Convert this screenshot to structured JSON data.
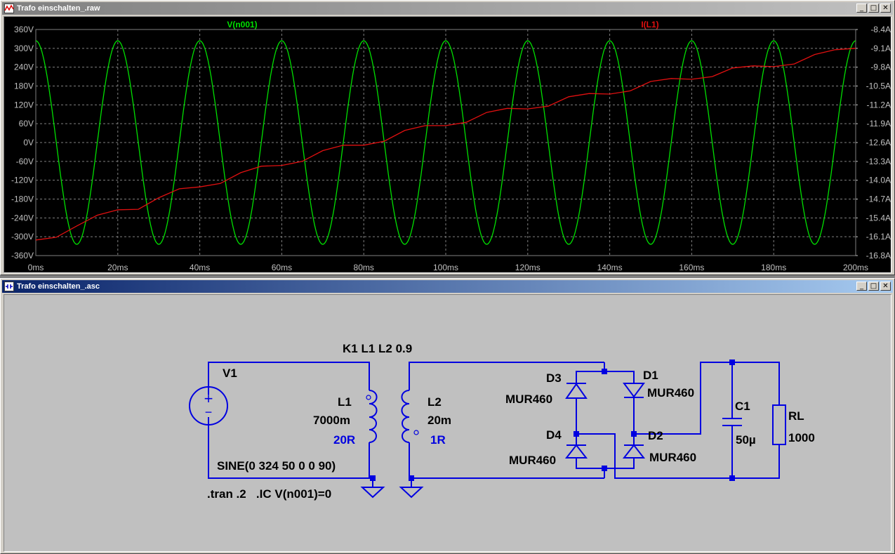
{
  "colors": {
    "trace_v": "#00e000",
    "trace_i": "#e01010",
    "wire": "#0000e0",
    "plot_bg": "#000000",
    "schematic_bg": "#c0c0c0"
  },
  "waveform_window": {
    "title": "Trafo einschalten_.raw",
    "icon": "waveform-window-icon",
    "buttons": {
      "minimize": "_",
      "maximize": "□",
      "close": "✕"
    }
  },
  "schematic_window": {
    "title": "Trafo einschalten_.asc",
    "icon": "schematic-window-icon",
    "buttons": {
      "minimize": "_",
      "maximize": "□",
      "close": "✕"
    }
  },
  "chart_data": {
    "type": "line",
    "x": {
      "unit": "ms",
      "range": [
        0,
        200
      ],
      "tick_labels": [
        "0ms",
        "20ms",
        "40ms",
        "60ms",
        "80ms",
        "100ms",
        "120ms",
        "140ms",
        "160ms",
        "180ms",
        "200ms"
      ]
    },
    "y_left": {
      "range": [
        -360,
        360
      ],
      "tick_labels": [
        "360V",
        "300V",
        "240V",
        "180V",
        "120V",
        "60V",
        "0V",
        "-60V",
        "-120V",
        "-180V",
        "-240V",
        "-300V",
        "-360V"
      ]
    },
    "y_right": {
      "range": [
        -16.8,
        -8.4
      ],
      "tick_labels": [
        "-8.4A",
        "-9.1A",
        "-9.8A",
        "-10.5A",
        "-11.2A",
        "-11.9A",
        "-12.6A",
        "-13.3A",
        "-14.0A",
        "-14.7A",
        "-15.4A",
        "-16.1A",
        "-16.8A"
      ]
    },
    "grid": true,
    "series": [
      {
        "name": "V(n001)",
        "color": "#00e000",
        "axis": "left",
        "amplitude": 324,
        "frequency_hz": 50,
        "phase_deg": 90,
        "unit": "V"
      },
      {
        "name": "I(L1)",
        "color": "#e01010",
        "axis": "right",
        "unit": "A",
        "x": [
          0,
          5,
          10,
          15,
          20,
          25,
          30,
          35,
          40,
          45,
          50,
          55,
          60,
          65,
          70,
          75,
          80,
          85,
          90,
          95,
          100,
          105,
          110,
          115,
          120,
          125,
          130,
          135,
          140,
          145,
          150,
          155,
          160,
          165,
          170,
          175,
          180,
          185,
          190,
          195,
          200
        ],
        "y": [
          -16.22,
          -16.12,
          -15.7,
          -15.3,
          -15.1,
          -15.08,
          -14.65,
          -14.32,
          -14.25,
          -14.12,
          -13.72,
          -13.48,
          -13.45,
          -13.3,
          -12.9,
          -12.7,
          -12.7,
          -12.55,
          -12.15,
          -11.97,
          -11.97,
          -11.85,
          -11.48,
          -11.33,
          -11.35,
          -11.25,
          -10.9,
          -10.78,
          -10.8,
          -10.68,
          -10.33,
          -10.22,
          -10.25,
          -10.15,
          -9.83,
          -9.75,
          -9.78,
          -9.68,
          -9.33,
          -9.15,
          -9.1
        ]
      }
    ]
  },
  "schematic": {
    "coupling": "K1 L1 L2 0.9",
    "v1": {
      "name": "V1",
      "value": "SINE(0 324 50 0 0 90)",
      "plus": "+",
      "minus": "−"
    },
    "l1": {
      "name": "L1",
      "value": "7000m",
      "rser": "20R"
    },
    "l2": {
      "name": "L2",
      "value": "20m",
      "rser": "1R"
    },
    "d1": {
      "name": "D1",
      "model": "MUR460"
    },
    "d2": {
      "name": "D2",
      "model": "MUR460"
    },
    "d3": {
      "name": "D3",
      "model": "MUR460"
    },
    "d4": {
      "name": "D4",
      "model": "MUR460"
    },
    "c1": {
      "name": "C1",
      "value": "50µ"
    },
    "rl": {
      "name": "RL",
      "value": "1000"
    },
    "directive": ".tran .2   .IC V(n001)=0"
  }
}
